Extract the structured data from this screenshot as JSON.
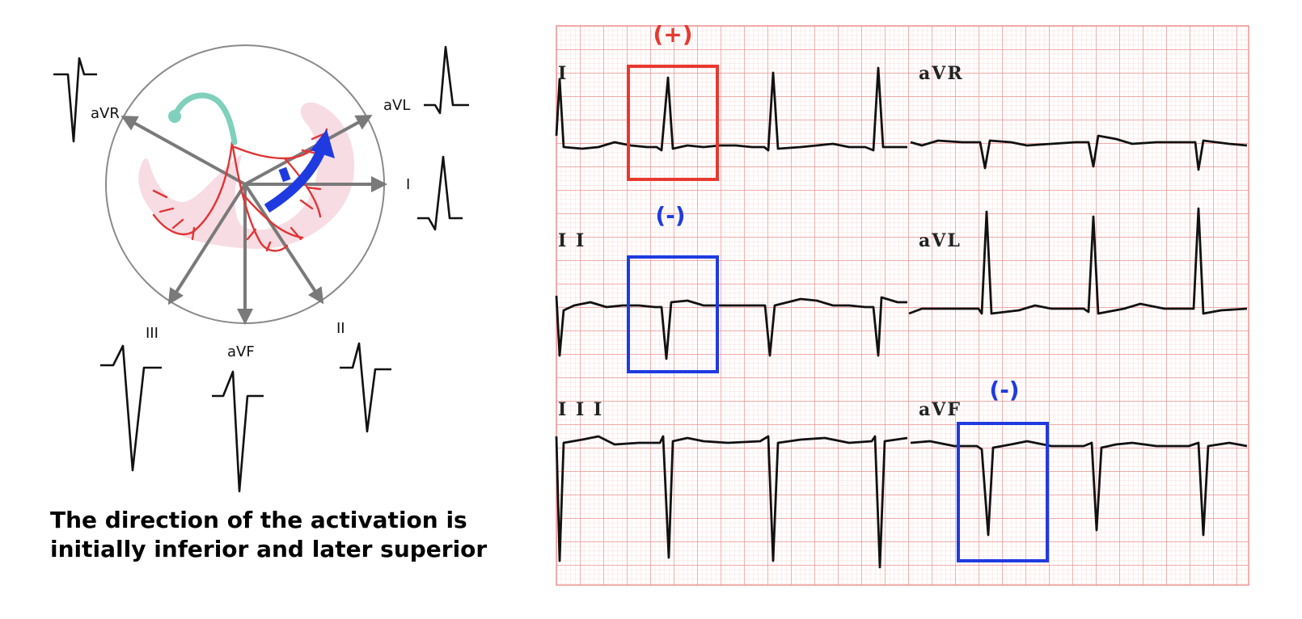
{
  "diagram": {
    "leads": [
      "aVR",
      "aVL",
      "I",
      "III",
      "aVF",
      "II"
    ],
    "caption_line1": "The direction of the activation is",
    "caption_line2": "initially inferior and later superior"
  },
  "ecg": {
    "lead_labels": [
      "I",
      "I I",
      "I I I",
      "aVR",
      "aVL",
      "aVF"
    ],
    "signs": {
      "lead_I": "(+)",
      "lead_II": "(-)",
      "lead_aVF": "(-)"
    },
    "colors": {
      "positive": "#e8392f",
      "negative": "#1f3be0",
      "grid_major": "#ef8f8f",
      "grid_minor": "#f8cfcf"
    }
  }
}
